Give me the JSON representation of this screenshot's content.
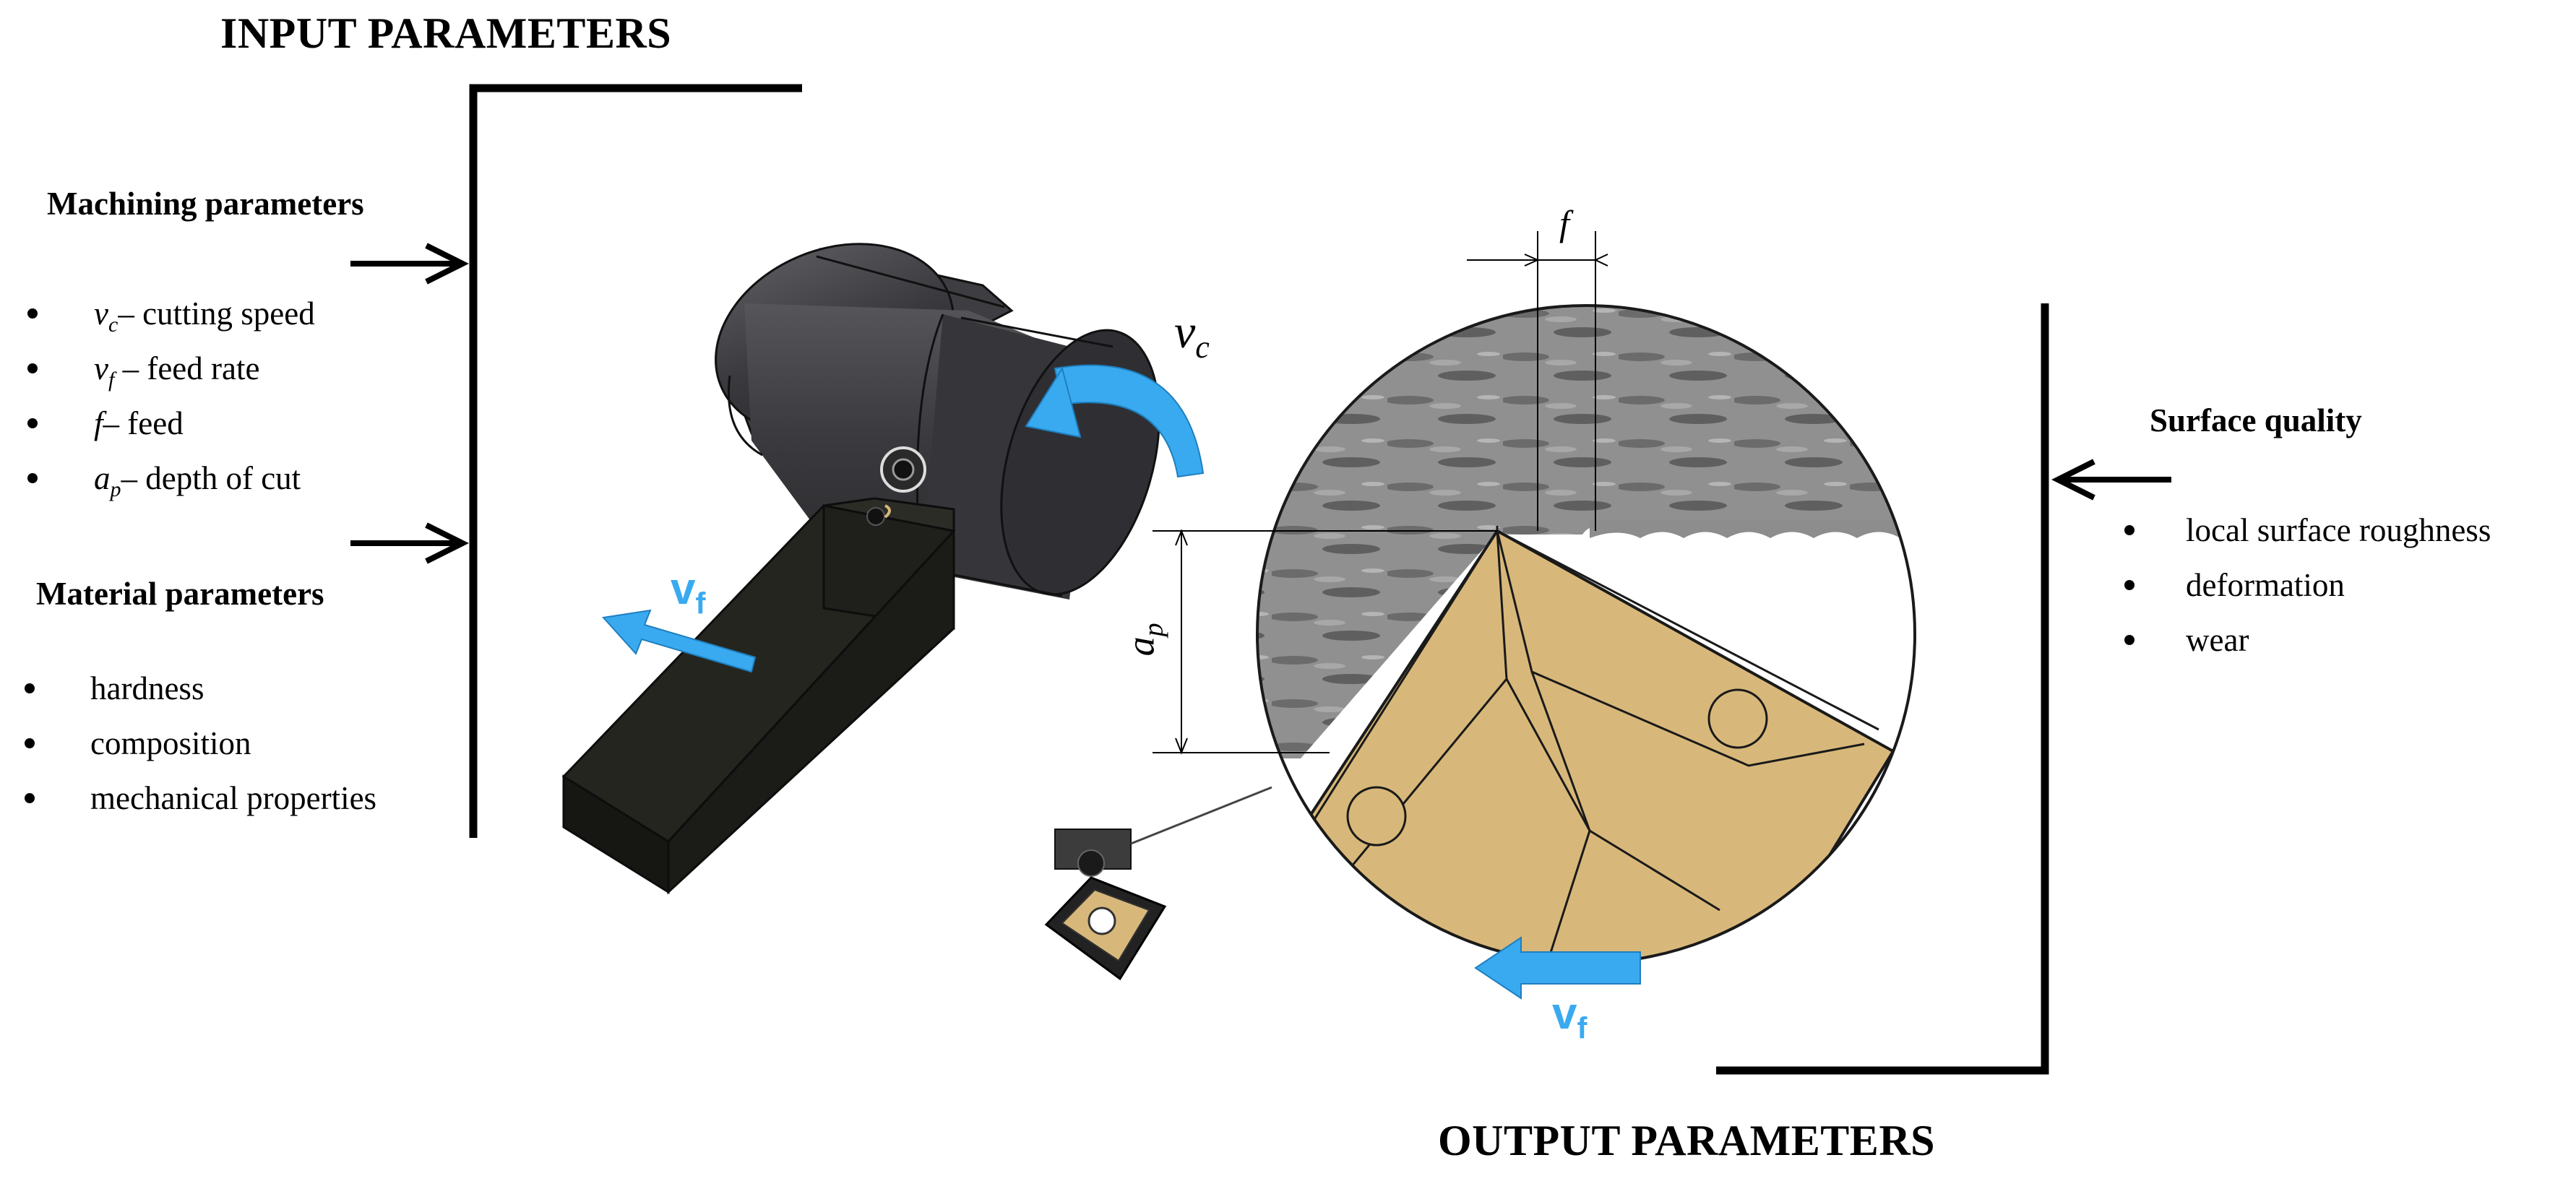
{
  "input": {
    "title": "INPUT PARAMETERS",
    "machining": {
      "title": "Machining parameters",
      "items": [
        {
          "symbol": "v",
          "sub": "c",
          "text": "– cutting speed"
        },
        {
          "symbol": "v",
          "sub": "f",
          "text": " – feed rate"
        },
        {
          "symbol": "f",
          "sub": "",
          "text": "– feed"
        },
        {
          "symbol": "a",
          "sub": "p",
          "text": "– depth of cut"
        }
      ]
    },
    "material": {
      "title": "Material parameters",
      "items": [
        "hardness",
        "composition",
        "mechanical properties"
      ]
    }
  },
  "output": {
    "title": "OUTPUT PARAMETERS",
    "surface": {
      "title": "Surface quality",
      "items": [
        "local surface roughness",
        "deformation",
        "wear"
      ]
    }
  },
  "labels": {
    "vc": {
      "symbol": "v",
      "sub": "c"
    },
    "vf": {
      "symbol": "v",
      "sub": "f"
    },
    "f": "f",
    "ap": {
      "symbol": "a",
      "sub": "p"
    }
  },
  "colors": {
    "arrow_blue": "#3aaaf0",
    "workpiece": "#3b3b3f",
    "holder": "#24241f",
    "insert": "#d8b87a",
    "surface_gray": "#8a8a8a"
  }
}
